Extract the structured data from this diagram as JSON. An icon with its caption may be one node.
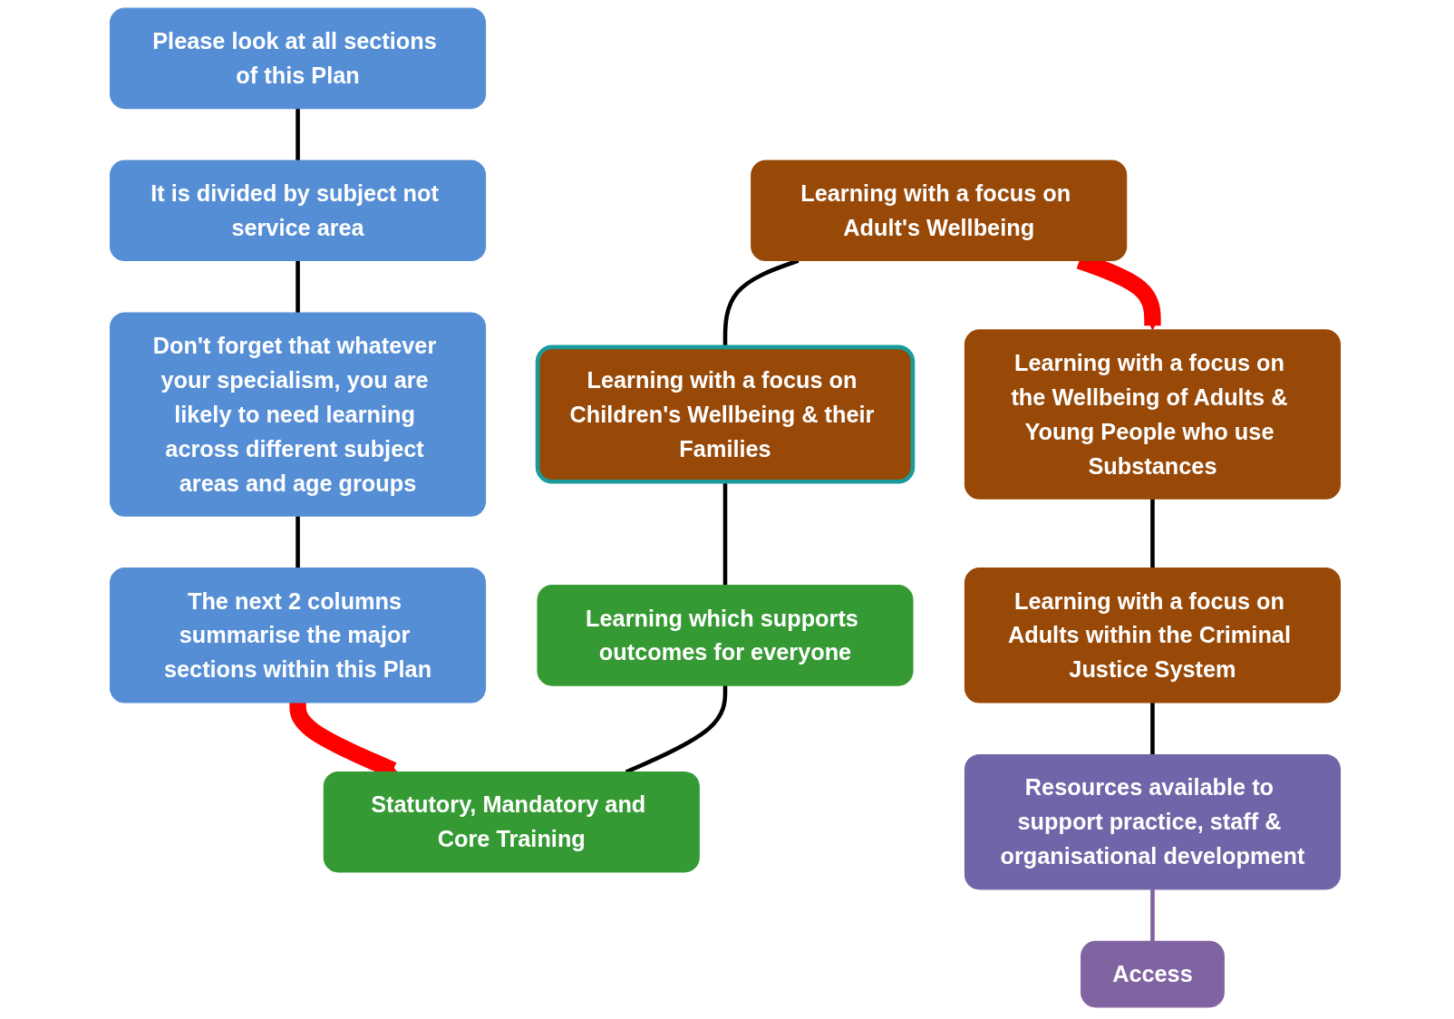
{
  "diagram": {
    "nodes": [
      {
        "text": [
          "Please look at all sections of this Plan"
        ]
      },
      {
        "text": [
          "It is divided by subject not service area"
        ]
      },
      {
        "text": [
          "Don't forget that whatever your specialism, you are likely to need learning across different subject areas and age groups"
        ]
      },
      {
        "text": [
          "The next 2 columns summarise the major sections within this Plan"
        ]
      },
      {
        "text": [
          "Learning with a focus on Adult's Wellbeing"
        ]
      },
      {
        "text": [
          "Learning with a focus on Children's Wellbeing & their Families"
        ]
      },
      {
        "text": [
          "Learning which supports outcomes for everyone"
        ]
      },
      {
        "text": [
          "Statutory, Mandatory and Core Training"
        ]
      },
      {
        "text": [
          "Learning with a focus on the Wellbeing of Adults & Young People who use Substances"
        ]
      },
      {
        "text": [
          "Learning with a focus on Adults within the Criminal Justice System"
        ]
      },
      {
        "text": [
          "Resources available to support practice, staff & organisational development"
        ]
      },
      {
        "text": [
          "Access"
        ]
      }
    ],
    "edges": [
      {
        "from": 0,
        "to": 1,
        "arrow": "none"
      },
      {
        "from": 1,
        "to": 2,
        "arrow": "none"
      },
      {
        "from": 2,
        "to": 3,
        "arrow": "none"
      },
      {
        "from": 3,
        "to": 7,
        "arrow": "to",
        "style": "thick",
        "color": "#ff0000"
      },
      {
        "from": 4,
        "to": 5,
        "arrow": "none"
      },
      {
        "from": 5,
        "to": 6,
        "arrow": "none"
      },
      {
        "from": 6,
        "to": 7,
        "arrow": "none"
      },
      {
        "from": 4,
        "to": 8,
        "arrow": "to",
        "style": "thick",
        "color": "#ff0000"
      },
      {
        "from": 8,
        "to": 9,
        "arrow": "none"
      },
      {
        "from": 9,
        "to": 10,
        "arrow": "none"
      },
      {
        "from": 10,
        "to": 11,
        "arrow": "none",
        "color": "#8064a2"
      }
    ]
  }
}
